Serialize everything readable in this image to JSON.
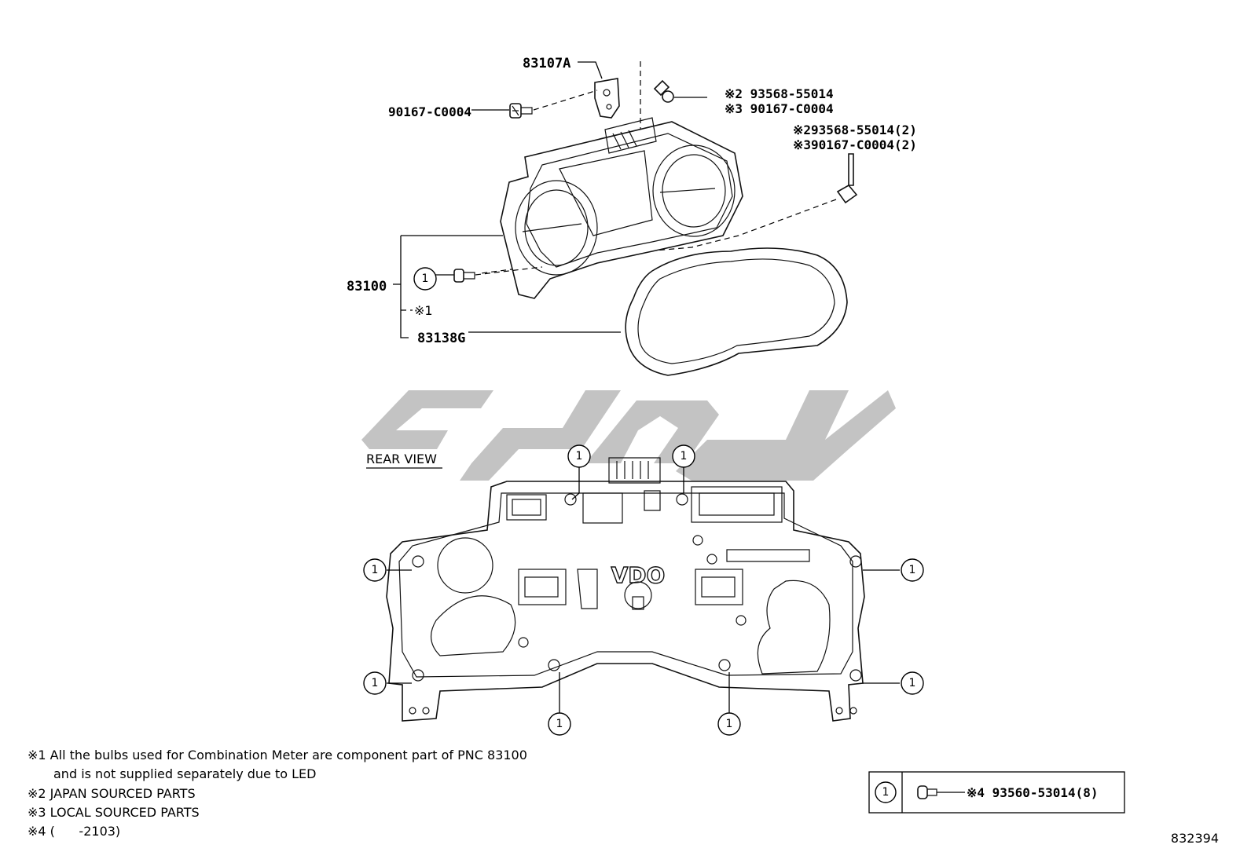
{
  "parts": {
    "p83107A": "83107A",
    "p90167_left": "90167-C0004",
    "p_top_right_1": "※2 93568-55014",
    "p_top_right_2": "※3 90167-C0004",
    "p_right_1": "※293568-55014(2)",
    "p_right_2": "※390167-C0004(2)",
    "p83100": "83100",
    "note_ref_1": "※1",
    "p83138G": "83138G"
  },
  "callout": "1",
  "rear_view_label": "REAR VIEW",
  "vdo_logo": "VDO",
  "notes": [
    "※1 All the bulbs used for Combination Meter are component part of PNC 83100",
    "and is not supplied separately due to LED",
    "※2 JAPAN SOURCED PARTS",
    "※3 LOCAL SOURCED PARTS",
    "※4 (      -2103)"
  ],
  "legend": {
    "callout": "1",
    "part": "※4 93560-53014(8)"
  },
  "diagram_id": "832394"
}
